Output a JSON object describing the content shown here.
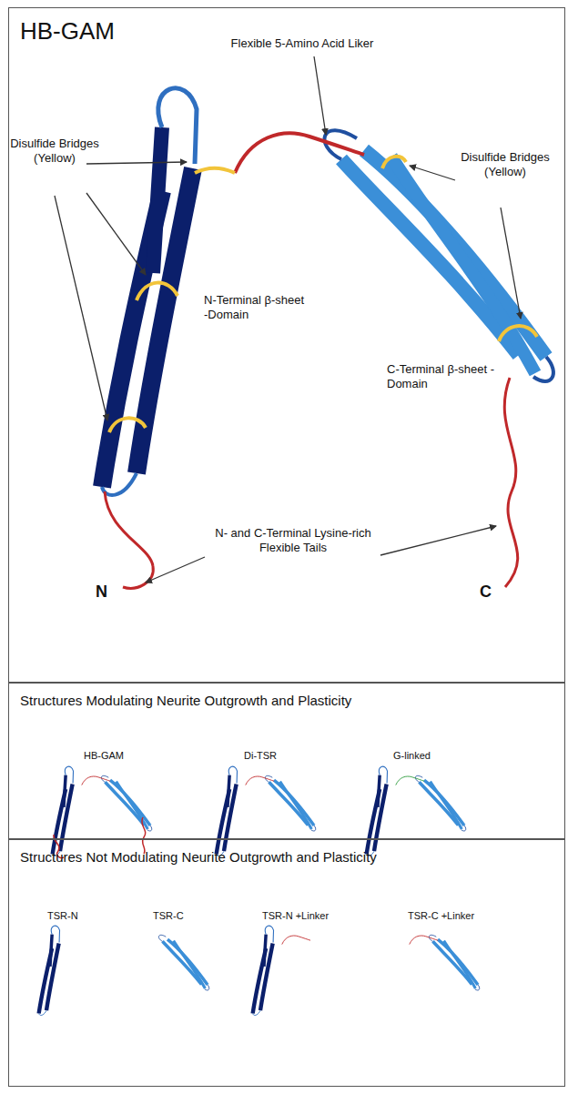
{
  "diagram": {
    "title": "HB-GAM",
    "nodes": [
      {
        "text": [
          "HB-GAM"
        ]
      },
      {
        "text": [
          "Structures Modulating Neurite Outgrowth and Plasticity"
        ]
      },
      {
        "text": [
          "Structures Not Modulating Neurite Outgrowth and Plasticity"
        ]
      }
    ],
    "labels": [
      "Flexible 5-Amino Acid Liker",
      "Disulfide Bridges (Yellow)",
      "Disulfide Bridges (Yellow)",
      "N-Terminal β-sheet -Domain",
      "C-Terminal β-sheet -Domain",
      "N- and C-Terminal Lysine-rich Flexible Tails",
      "N",
      "C",
      "HB-GAM",
      "Di-TSR",
      "G-linked",
      "TSR-N",
      "TSR-C",
      "TSR-N +Linker",
      "TSR-C +Linker"
    ]
  }
}
